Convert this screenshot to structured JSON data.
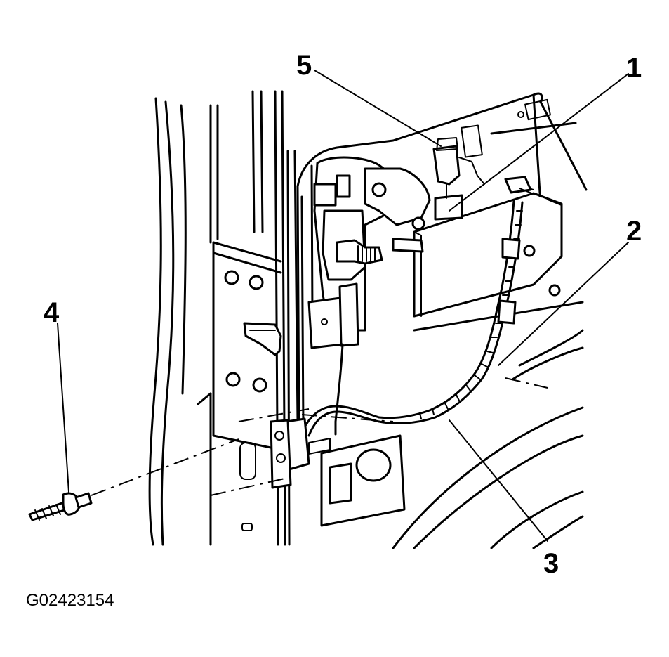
{
  "figure": {
    "id_label": "G02423154",
    "callouts": [
      {
        "number": "1"
      },
      {
        "number": "2"
      },
      {
        "number": "3"
      },
      {
        "number": "4"
      },
      {
        "number": "5"
      }
    ]
  }
}
